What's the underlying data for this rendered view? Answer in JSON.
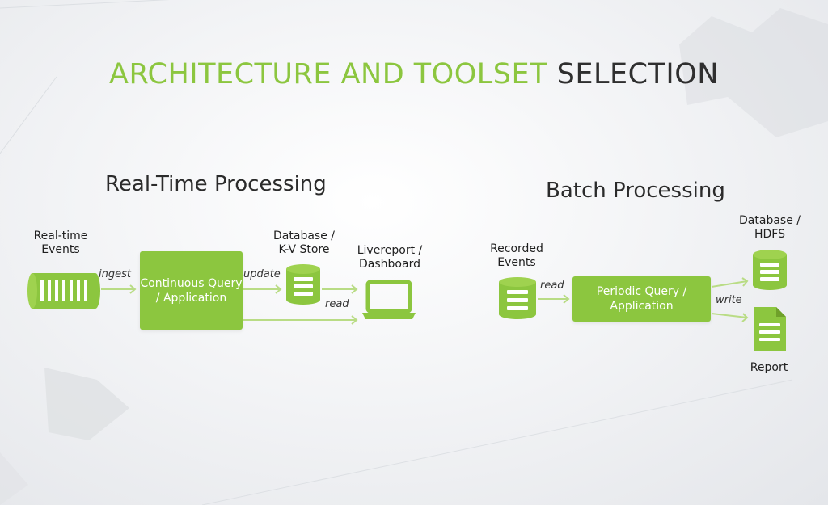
{
  "title": {
    "accent": "ARCHITECTURE AND TOOLSET",
    "rest": "SELECTION"
  },
  "realtime": {
    "heading": "Real-Time Processing",
    "source_label": "Real-time Events",
    "ingest_label": "ingest",
    "query_box": "Continuous Query / Application",
    "update_label": "update",
    "db_label": "Database / K-V Store",
    "read_label": "read",
    "dashboard_label": "Livereport / Dashboard"
  },
  "batch": {
    "heading": "Batch Processing",
    "source_label": "Recorded Events",
    "read_label": "read",
    "query_box": "Periodic Query / Application",
    "write_label": "write",
    "db_label": "Database / HDFS",
    "report_label": "Report"
  },
  "colors": {
    "accent": "#8cc63f",
    "arrow": "#b9dc85",
    "text": "#2b2b2b"
  },
  "icons": [
    "queue-icon",
    "database-icon",
    "laptop-icon",
    "document-icon"
  ]
}
